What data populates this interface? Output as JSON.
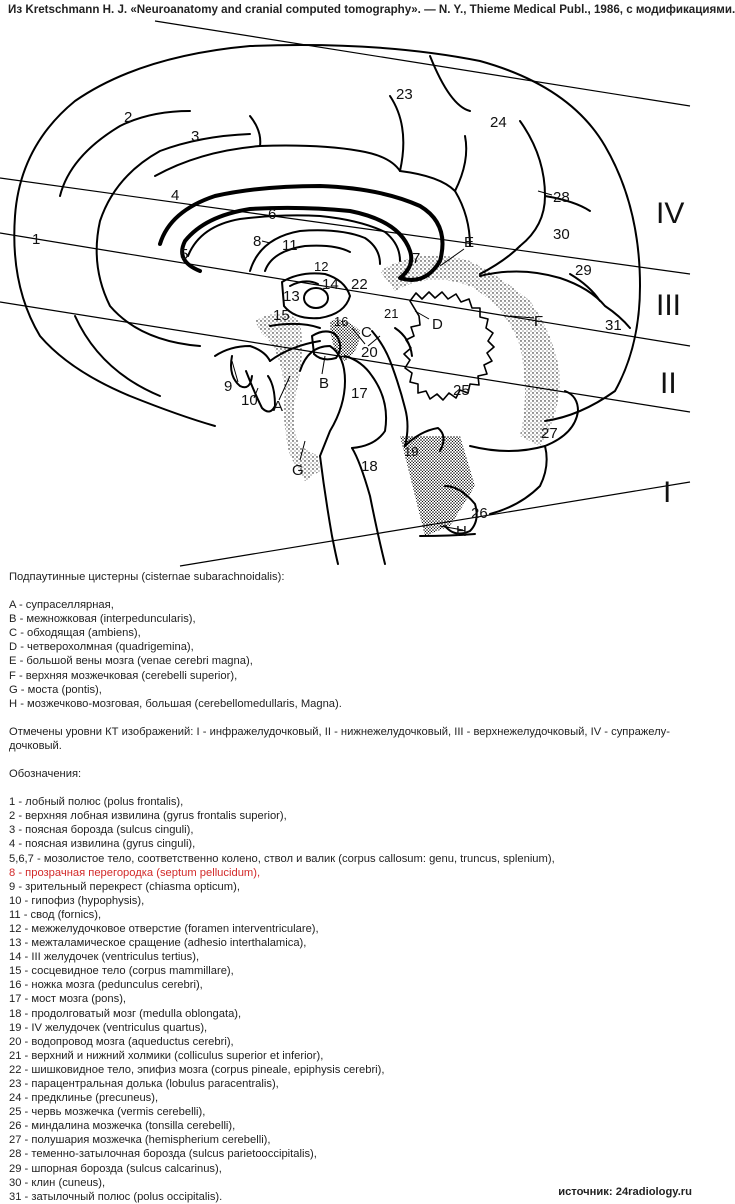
{
  "header": {
    "citation": "Из Kretschmann H. J. «Neuroanatomy and cranial computed tomography». — N. Y., Thieme Medical Publ., 1986, с модификациями."
  },
  "diagram": {
    "labels": {
      "n1": "1",
      "n2": "2",
      "n3": "3",
      "n4": "4",
      "n5": "5",
      "n6": "6",
      "n7": "7",
      "n8": "8",
      "n9": "9",
      "n10": "10",
      "n11": "11",
      "n12": "12",
      "n13": "13",
      "n14": "14",
      "n15": "15",
      "n16": "16",
      "n17": "17",
      "n18": "18",
      "n19": "19",
      "n20": "20",
      "n21": "21",
      "n22": "22",
      "n23": "23",
      "n24": "24",
      "n25": "25",
      "n26": "26",
      "n27": "27",
      "n28": "28",
      "n29": "29",
      "n30": "30",
      "n31": "31",
      "A": "A",
      "B": "B",
      "C": "C",
      "D": "D",
      "E": "E",
      "F": "F",
      "G": "G",
      "H": "H"
    },
    "levels": {
      "I": "I",
      "II": "II",
      "III": "III",
      "IV": "IV"
    },
    "colors": {
      "line": "#000000",
      "stipple": "#000000",
      "highlight": "#d22a2a"
    }
  },
  "cisterns": {
    "heading": "Подпаутинные цистерны (cisternae subarachnoidalis):",
    "items": [
      "A - супраселлярная,",
      "B - межножковая (interpeduncularis),",
      "C - обходящая (ambiens),",
      "D - четверохолмная (quadrigemina),",
      "E - большой вены мозга (venae cerebri magna),",
      "F - верхняя мозжечковая (cerebelli superior),",
      "G - моста (pontis),",
      "H - мозжечково-мозговая, большая (cerebellomedullaris, Magna)."
    ]
  },
  "levels_note": {
    "line1": "Отмечены уровни КТ изображений: I - инфражелудочковый, II - нижнежелудочковый, III - верхнежелудочковый, IV - супражелу-",
    "line2": "дочковый."
  },
  "legend": {
    "heading": "Обозначения:",
    "items": [
      "1 - лобный полюс (polus frontalis),",
      "2 - верхняя лобная извилина (gyrus frontalis superior),",
      "3 - поясная борозда (sulcus cinguli),",
      "4 - поясная извилина (gyrus cinguli),",
      "5,6,7 - мозолистое тело, соответственно колено, ствол и валик (corpus callosum: genu, truncus, splenium),",
      "8 - прозрачная перегородка (septum pellucidum),",
      "9 - зрительный перекрест (chiasma opticum),",
      "10 - гипофиз (hypophysis),",
      "11 - свод (fornics),",
      "12 - межжелудочковое отверстие (foramen interventriculare),",
      "13 - межталамическое сращение (adhesio interthalamica),",
      "14 - III желудочек (ventriculus tertius),",
      "15 - сосцевидное тело (corpus mammillare),",
      "16 - ножка мозга (pedunculus cerebri),",
      "17 - мост мозга (pons),",
      "18 - продолговатый мозг (medulla oblongata),",
      "19 - IV желудочек (ventriculus quartus),",
      "20 - водопровод мозга (aqueductus cerebri),",
      "21 - верхний и нижний холмики (colliculus superior et inferior),",
      "22 - шишковидное тело, эпифиз мозга (corpus pineale, epiphysis cerebri),",
      "23 - парацентральная долька (lobulus paracentralis),",
      "24 - предклинье (precuneus),",
      "25 - червь мозжечка (vermis cerebelli),",
      "26 - миндалина мозжечка (tonsilla cerebelli),",
      "27 - полушария мозжечка (hemispherium cerebelli),",
      "28 - теменно-затылочная борозда (sulcus parietooccipitalis),",
      "29 - шпорная борозда (sulcus calcarinus),",
      "30 - клин (cuneus),",
      "31 - затылочный полюс (polus occipitalis)."
    ]
  },
  "source": {
    "text": "источник: 24radiology.ru"
  }
}
